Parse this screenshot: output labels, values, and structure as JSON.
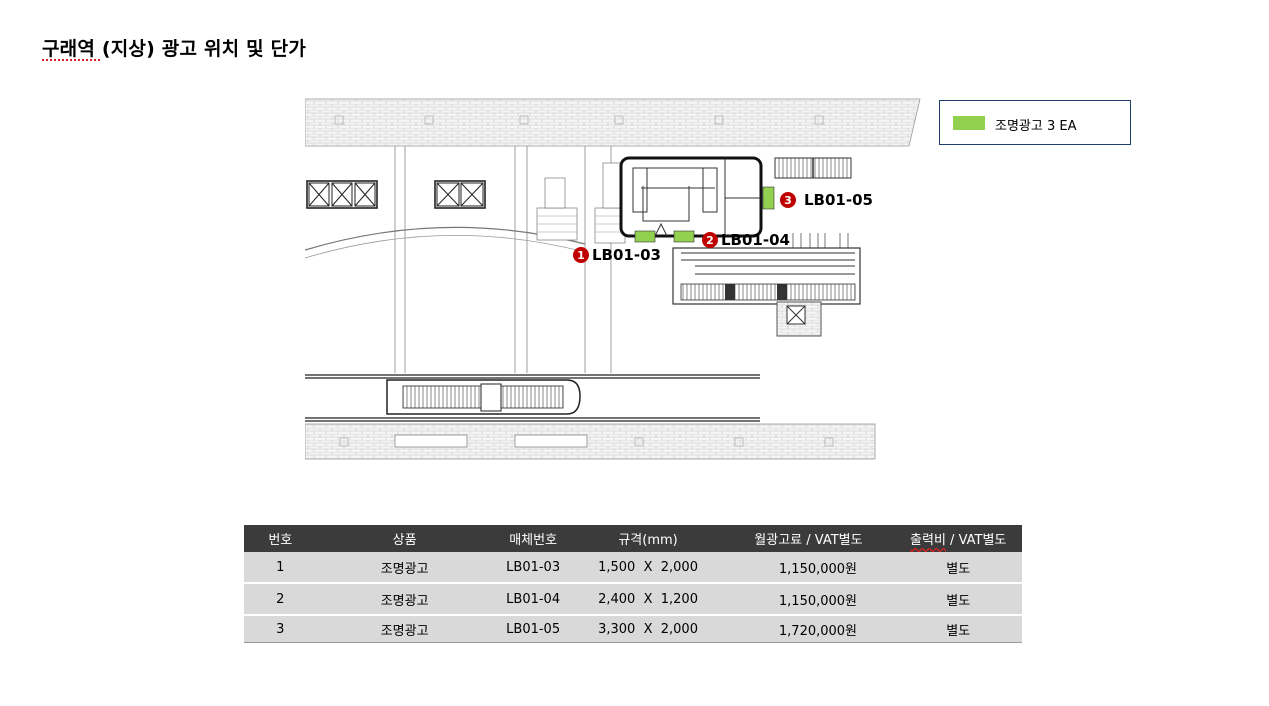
{
  "page": {
    "title": "구래역 (지상) 광고 위치 및 단가"
  },
  "legend": {
    "swatch_color": "#92d050",
    "label": "조명광고 3 EA"
  },
  "markers": [
    {
      "number": "1",
      "label": "LB01-03"
    },
    {
      "number": "2",
      "label": "LB01-04"
    },
    {
      "number": "3",
      "label": "LB01-05"
    }
  ],
  "colors": {
    "highlight": "#92d050",
    "marker": "#c00000",
    "header_bg": "#3b3b3b",
    "row_bg": "#d9d9d9"
  },
  "table": {
    "headers": [
      "번호",
      "상품",
      "매체번호",
      "규격(mm)",
      "월광고료 / VAT별도",
      "출력비 / VAT별도"
    ],
    "headers_fee_prefix": "출력비",
    "headers_fee_suffix": " / VAT별도",
    "rows": [
      {
        "no": "1",
        "product": "조명광고",
        "media": "LB01-03",
        "size": "1,500  X  2,000",
        "rent": "1,150,000원",
        "fee": "별도"
      },
      {
        "no": "2",
        "product": "조명광고",
        "media": "LB01-04",
        "size": "2,400  X  1,200",
        "rent": "1,150,000원",
        "fee": "별도"
      },
      {
        "no": "3",
        "product": "조명광고",
        "media": "LB01-05",
        "size": "3,300  X  2,000",
        "rent": "1,720,000원",
        "fee": "별도"
      }
    ]
  }
}
